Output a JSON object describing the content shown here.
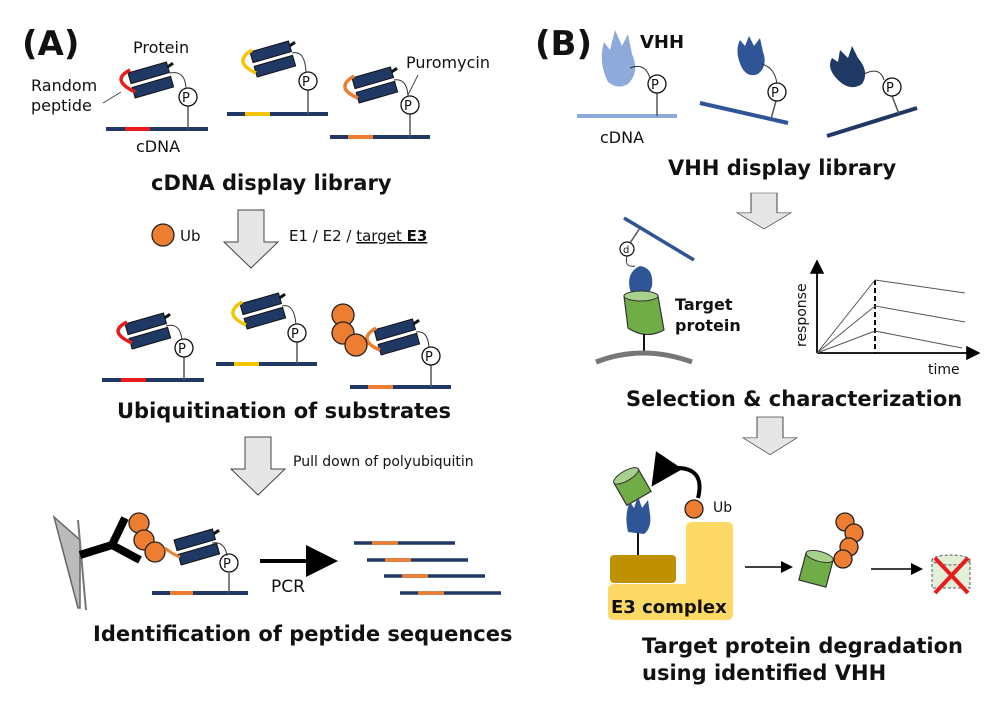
{
  "panel_a": {
    "label": "(A)",
    "protein_label": "Protein",
    "random_peptide_label_1": "Random",
    "random_peptide_label_2": "peptide",
    "puromycin_label": "Puromycin",
    "cdna_label": "cDNA",
    "p_symbol": "P",
    "step1_title": "cDNA display library",
    "ub_label": "Ub",
    "enzymes_label_1": "E1 / E2 / ",
    "enzymes_label_2": "target ",
    "enzymes_label_3": "E3",
    "step2_title": "Ubiquitination of substrates",
    "pulldown_label": "Pull down of polyubiquitin",
    "pcr_label": "PCR",
    "step3_title": "Identification of peptide sequences"
  },
  "panel_b": {
    "label": "(B)",
    "vhh_label": "VHH",
    "cdna_label": "cDNA",
    "p_symbol": "P",
    "step1_title": "VHH display library",
    "target_label_1": "Target",
    "target_label_2": "protein",
    "plot_ylabel": "response",
    "plot_xlabel": "time",
    "step2_title": "Selection & characterization",
    "ub_label": "Ub",
    "e3_label": "E3 complex",
    "step3_title_1": "Target protein degradation",
    "step3_title_2": "using identified VHH"
  },
  "colors": {
    "protein": "#1f3864",
    "red_peptide": "#e81c1c",
    "yellow_peptide": "#f5c400",
    "orange_peptide": "#ed7d31",
    "ub": "#ed7d31",
    "vhh_light": "#8eaadb",
    "vhh_mid": "#2f5597",
    "vhh_dark": "#1f3864",
    "target": "#70ad47",
    "e3_light": "#ffd966",
    "e3_dark": "#bf9000",
    "arrow_fill": "#e6e6e6"
  }
}
